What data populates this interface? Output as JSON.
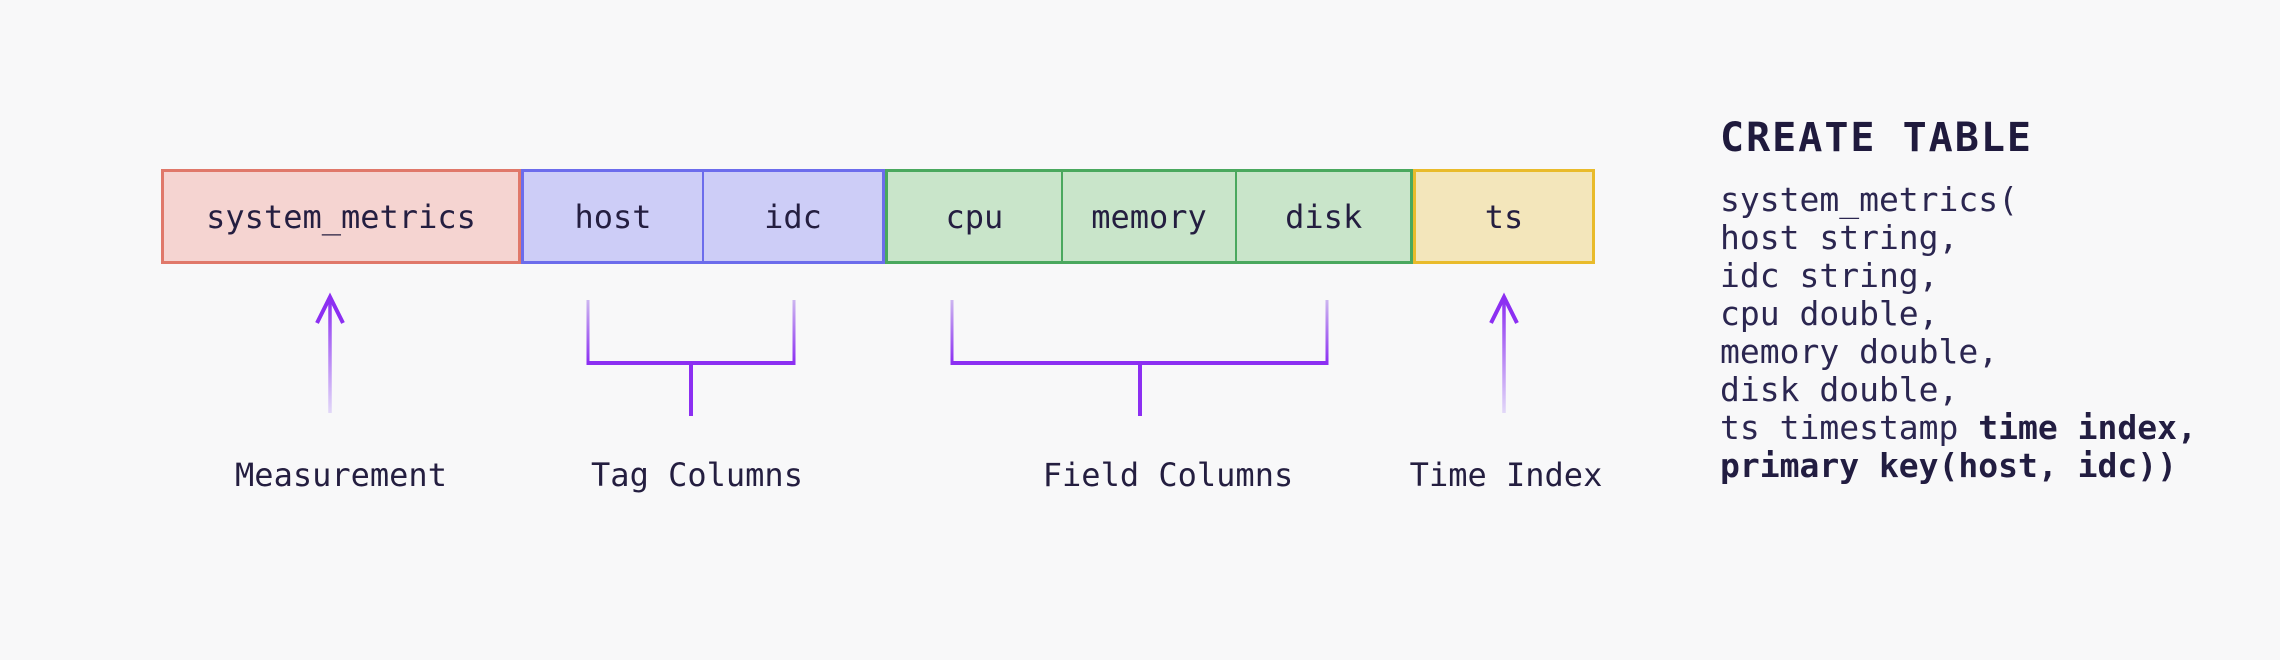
{
  "diagram": {
    "accent_purple": "#8c2ff2",
    "accent_purple_light": "#cdb6f0",
    "ink_color": "#241e40",
    "background": "#f8f8f9",
    "groups": [
      {
        "name": "measurement",
        "fill": "#f5d4d1",
        "border": "#e0786a",
        "cells": [
          "system_metrics"
        ],
        "annotation": "Measurement",
        "annotation_type": "arrow"
      },
      {
        "name": "tag-columns",
        "fill": "#cdcdf7",
        "border": "#6c6cec",
        "cells": [
          "host",
          "idc"
        ],
        "annotation": "Tag Columns",
        "annotation_type": "bracket"
      },
      {
        "name": "field-columns",
        "fill": "#c9e5ca",
        "border": "#4aa85e",
        "cells": [
          "cpu",
          "memory",
          "disk"
        ],
        "annotation": "Field Columns",
        "annotation_type": "bracket"
      },
      {
        "name": "time-index",
        "fill": "#f3e6bb",
        "border": "#e9bb2b",
        "cells": [
          "ts"
        ],
        "annotation": "Time Index",
        "annotation_type": "arrow"
      }
    ]
  },
  "sql": {
    "title": "CREATE TABLE",
    "lines": [
      {
        "pre": "system_metrics(",
        "bold": ""
      },
      {
        "pre": "host string,",
        "bold": ""
      },
      {
        "pre": "idc string,",
        "bold": ""
      },
      {
        "pre": "cpu double,",
        "bold": ""
      },
      {
        "pre": "memory double,",
        "bold": ""
      },
      {
        "pre": "disk double,",
        "bold": ""
      },
      {
        "pre": "ts timestamp ",
        "bold": "time index,"
      },
      {
        "pre": "",
        "bold": "primary key(host, idc))"
      }
    ]
  }
}
